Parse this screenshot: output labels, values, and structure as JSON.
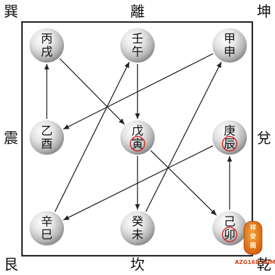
{
  "trigrams": {
    "top_left": "巽",
    "top": "離",
    "top_right": "坤",
    "left": "震",
    "right": "兌",
    "bottom_left": "艮",
    "bottom": "坎",
    "bottom_right": "乾"
  },
  "palaces": [
    {
      "id": "top_left",
      "line1": "丙",
      "line2": "戌",
      "circled": null
    },
    {
      "id": "top",
      "line1": "壬",
      "line2": "午",
      "circled": null
    },
    {
      "id": "top_right",
      "line1": "甲",
      "line2": "申",
      "circled": null
    },
    {
      "id": "left",
      "line1": "乙",
      "line2": "酉",
      "circled": null
    },
    {
      "id": "center",
      "line1": "戊",
      "line2": "寅",
      "circled": "line2"
    },
    {
      "id": "right",
      "line1": "庚",
      "line2": "辰",
      "circled": "line2"
    },
    {
      "id": "bottom_left",
      "line1": "辛",
      "line2": "巳",
      "circled": null
    },
    {
      "id": "bottom",
      "line1": "癸",
      "line2": "未",
      "circled": null
    },
    {
      "id": "bottom_right",
      "line1": "己",
      "line2": "卯",
      "circled": "line2"
    }
  ],
  "arrows": [
    {
      "from": "top_left",
      "to": "center"
    },
    {
      "from": "left",
      "to": "top_left"
    },
    {
      "from": "top",
      "to": "center"
    },
    {
      "from": "top_right",
      "to": "left"
    },
    {
      "from": "bottom_left",
      "to": "top"
    },
    {
      "from": "center",
      "to": "bottom"
    },
    {
      "from": "center",
      "to": "bottom_right"
    },
    {
      "from": "right",
      "to": "bottom_left"
    },
    {
      "from": "bottom",
      "to": "top_right"
    },
    {
      "from": "bottom_right",
      "to": "right"
    }
  ],
  "watermark": {
    "seal_text": "祥安阁",
    "site": "AZG168.COM"
  },
  "colors": {
    "line": "#222222",
    "circle_mark": "#cc2222",
    "watermark": "#d2461e",
    "seal": "#e07818"
  }
}
